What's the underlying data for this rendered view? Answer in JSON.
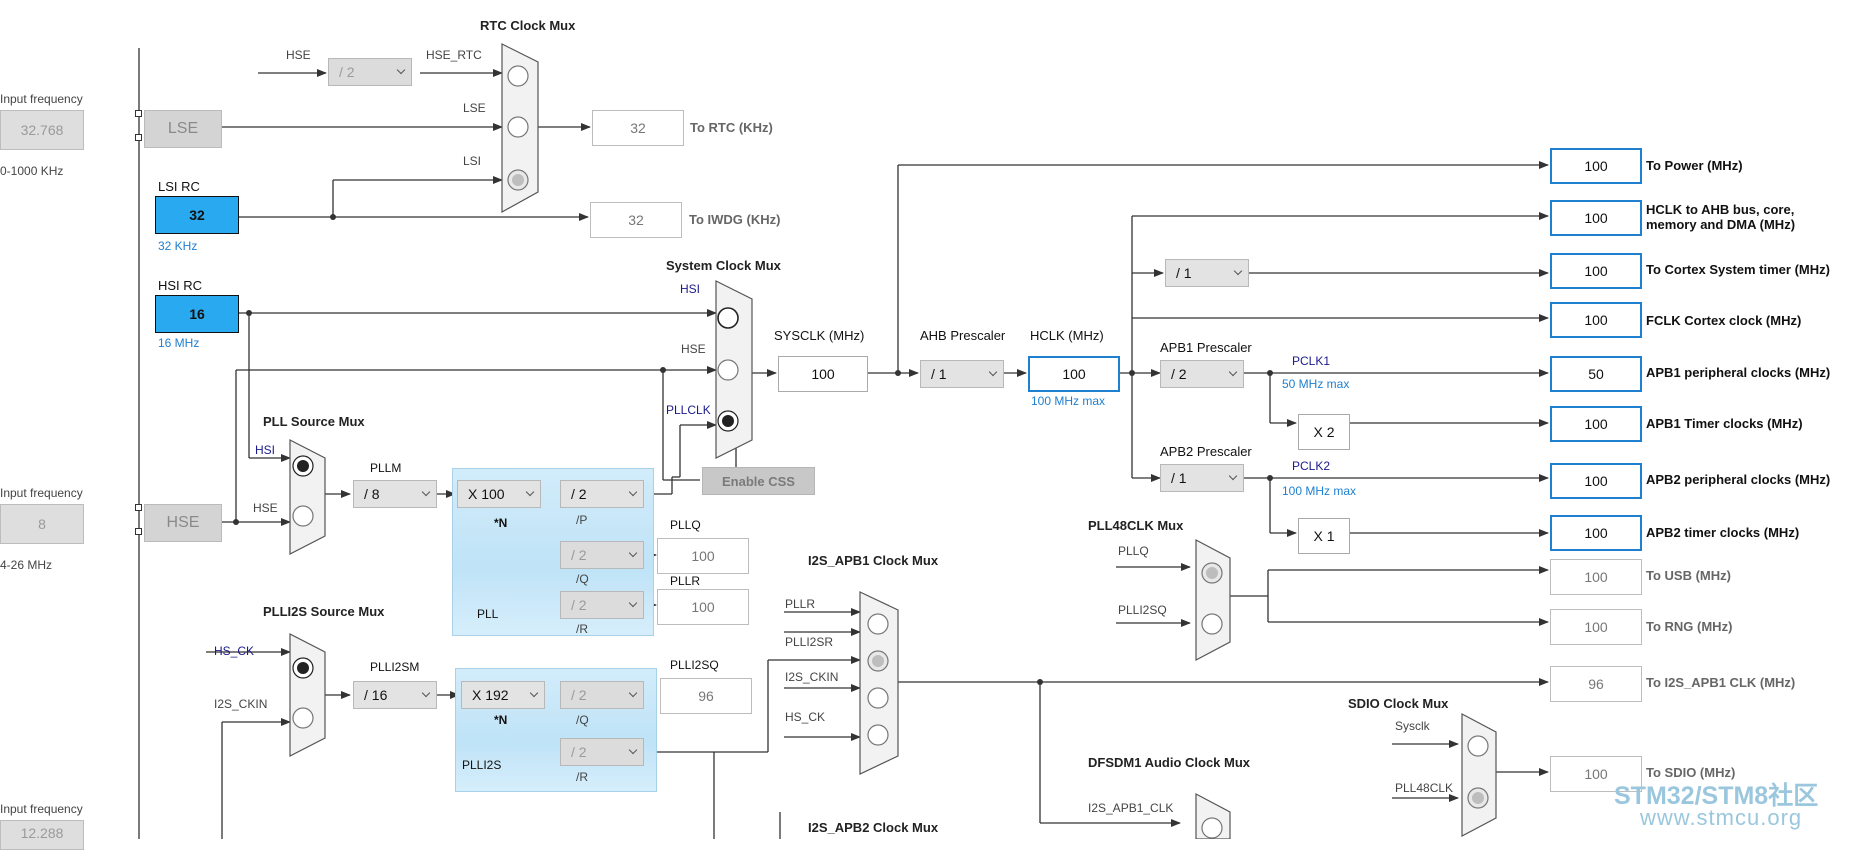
{
  "rtc_mux": {
    "title": "RTC Clock Mux",
    "hse": "HSE",
    "div": "/ 2",
    "hse_rtc": "HSE_RTC",
    "lse": "LSE",
    "lsi": "LSI"
  },
  "lse_input": {
    "label": "Input frequency",
    "value": "32.768",
    "range": "0-1000 KHz",
    "name": "LSE"
  },
  "hse_input": {
    "label": "Input frequency",
    "value": "8",
    "range": "4-26 MHz",
    "name": "HSE"
  },
  "ext_input": {
    "label": "Input frequency",
    "value": "12.288"
  },
  "lsi": {
    "title": "LSI RC",
    "value": "32",
    "freq": "32 KHz"
  },
  "hsi": {
    "title": "HSI RC",
    "value": "16",
    "freq": "16 MHz"
  },
  "rtc_out": {
    "value": "32",
    "label": "To RTC (KHz)"
  },
  "iwdg_out": {
    "value": "32",
    "label": "To IWDG (KHz)"
  },
  "sys_mux": {
    "title": "System Clock Mux",
    "hsi": "HSI",
    "hse": "HSE",
    "pllclk": "PLLCLK"
  },
  "sysclk": {
    "label": "SYSCLK (MHz)",
    "value": "100"
  },
  "ahb": {
    "label": "AHB Prescaler",
    "value": "/ 1"
  },
  "hclk": {
    "label": "HCLK (MHz)",
    "value": "100",
    "max": "100 MHz max"
  },
  "enable_css": "Enable CSS",
  "pll_src": {
    "title": "PLL Source Mux",
    "hsi": "HSI",
    "hse": "HSE"
  },
  "pll": {
    "pllm_label": "PLLM",
    "pllm": "/ 8",
    "n": "X 100",
    "n_label": "*N",
    "p": "/ 2",
    "p_label": "/P",
    "q": "/ 2",
    "q_label": "/Q",
    "r": "/ 2",
    "r_label": "/R",
    "name": "PLL",
    "pllq_label": "PLLQ",
    "pllq": "100",
    "pllr_label": "PLLR",
    "pllr": "100"
  },
  "plli2s_src": {
    "title": "PLLI2S Source Mux",
    "hs_ck": "HS_CK",
    "i2s_ckin": "I2S_CKIN"
  },
  "plli2s": {
    "m_label": "PLLI2SM",
    "m": "/ 16",
    "n": "X 192",
    "n_label": "*N",
    "q": "/ 2",
    "q_label": "/Q",
    "r": "/ 2",
    "r_label": "/R",
    "name": "PLLI2S",
    "q_out_label": "PLLI2SQ",
    "q_out": "96"
  },
  "i2s_apb1_mux": {
    "title": "I2S_APB1 Clock Mux",
    "in1": "PLLR",
    "in2": "PLLI2SR",
    "in3": "I2S_CKIN",
    "in4": "HS_CK"
  },
  "i2s_apb2_mux": {
    "title": "I2S_APB2 Clock Mux"
  },
  "apb1": {
    "label": "APB1 Prescaler",
    "value": "/ 2",
    "pclk": "PCLK1",
    "max": "50 MHz max",
    "timer_mult": "X 2"
  },
  "apb2": {
    "label": "APB2 Prescaler",
    "value": "/ 1",
    "pclk": "PCLK2",
    "max": "100 MHz max",
    "timer_mult": "X 1"
  },
  "cortex_div": "/ 1",
  "outputs": [
    {
      "value": "100",
      "label": "To Power (MHz)"
    },
    {
      "value": "100",
      "label": "HCLK to AHB bus, core, memory and DMA (MHz)"
    },
    {
      "value": "100",
      "label": "To Cortex System timer (MHz)"
    },
    {
      "value": "100",
      "label": "FCLK Cortex clock (MHz)"
    },
    {
      "value": "50",
      "label": "APB1 peripheral clocks (MHz)"
    },
    {
      "value": "100",
      "label": "APB1 Timer clocks (MHz)"
    },
    {
      "value": "100",
      "label": "APB2 peripheral clocks (MHz)"
    },
    {
      "value": "100",
      "label": "APB2 timer clocks (MHz)"
    }
  ],
  "pll48_mux": {
    "title": "PLL48CLK Mux",
    "in1": "PLLQ",
    "in2": "PLLI2SQ"
  },
  "usb_out": {
    "value": "100",
    "label": "To USB (MHz)"
  },
  "rng_out": {
    "value": "100",
    "label": "To RNG (MHz)"
  },
  "i2s_apb1_out": {
    "value": "96",
    "label": "To I2S_APB1 CLK (MHz)"
  },
  "sdio_mux": {
    "title": "SDIO Clock Mux",
    "in1": "Sysclk",
    "in2": "PLL48CLK"
  },
  "sdio_out": {
    "value": "100",
    "label": "To SDIO (MHz)"
  },
  "dfsdm_mux": {
    "title": "DFSDM1 Audio Clock Mux",
    "in1": "I2S_APB1_CLK"
  },
  "watermark": {
    "line1": "STM32/STM8社区",
    "line2": "www.stmcu.org"
  },
  "colors": {
    "accent": "#1f7fd0",
    "rc_fill": "#29aaf0",
    "pll_panel": "#c6e6f8",
    "wire": "#333333"
  }
}
